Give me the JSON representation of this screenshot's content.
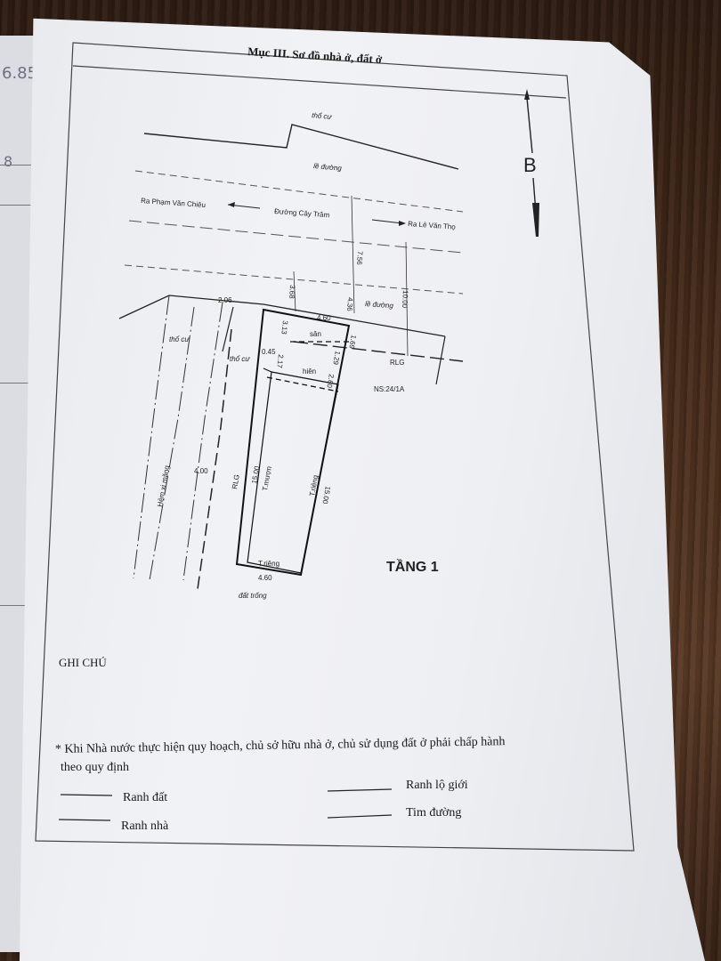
{
  "header": {
    "title": "Mục III. Sơ đồ nhà ở, đất ở"
  },
  "map": {
    "north_label": "B",
    "labels": {
      "tho_cu_top": "thổ cư",
      "le_duong_top": "lề đường",
      "to_pham_van_chieu": "Ra Phạm Văn Chiêu",
      "duong_cay_tram": "Đường Cây Trâm",
      "to_le_van_tho": "Ra Lê Văn Thọ",
      "le_duong_right": "lề đường",
      "tho_cu_left": "thổ cư",
      "tho_cu_inner": "thổ cư",
      "san": "sân",
      "hien": "hiên",
      "rlg_right": "RLG",
      "house_number": "NS:24/1A",
      "hem": "Hẻm xi măng",
      "rlg_left": "RLG",
      "t_muon": "T.mượn",
      "t_rieng_side": "T.riêng",
      "t_rieng_bottom": "T.riêng",
      "floor": "TẦNG 1",
      "dat_trong": "đất trống"
    },
    "dimensions": {
      "d206": "2.06",
      "d368": "3.68",
      "d436": "4.36",
      "d756": "7.56",
      "d1000": "10.00",
      "d460_top": "4.60",
      "d313": "3.13",
      "d045": "0.45",
      "d217": "2.17",
      "d260": "2.60",
      "d129": "1.29",
      "d169": "1.69",
      "d400": "4.00",
      "d1500_left": "15.00",
      "d1500_right": "15.00",
      "d460_bottom": "4.60"
    }
  },
  "notes": {
    "heading": "GHI CHÚ",
    "note_line1": "* Khi Nhà nước thực hiện quy hoạch, chủ sở hữu nhà ở, chủ sử dụng đất ở phải chấp hành",
    "note_line2": "theo quy định",
    "legend": {
      "ranh_dat": "Ranh đất",
      "ranh_nha": "Ranh nhà",
      "ranh_lo_gioi": "Ranh lộ giới",
      "tim_duong": "Tim đường"
    }
  },
  "previous_page": {
    "top_scribble": "6.85",
    "mark": "8"
  }
}
